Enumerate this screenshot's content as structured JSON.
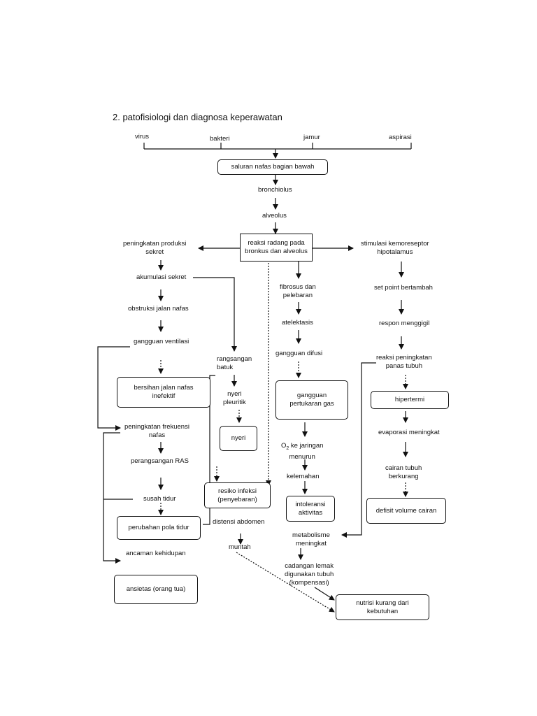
{
  "title": "2. patofisiologi dan diagnosa keperawatan",
  "causes": [
    "virus",
    "bakteri",
    "jamur",
    "aspirasi"
  ],
  "center": {
    "saluran": "saluran nafas bagian bawah",
    "bronchiolus": "bronchiolus",
    "alveolus": "alveolus",
    "reaksi": [
      "reaksi radang pada",
      "bronkus dan alveolus"
    ]
  },
  "left": {
    "produksi": [
      "peningkatan produksi",
      "sekret"
    ],
    "akumulasi": "akumulasi sekret",
    "obstruksi": "obstruksi jalan nafas",
    "ventilasi": "gangguan ventilasi",
    "bersihan": [
      "bersihan jalan nafas",
      "inefektif"
    ],
    "frekuensi": [
      "peningkatan frekuensi",
      "nafas"
    ],
    "ras": "perangsangan RAS",
    "susah_tidur": "susah tidur",
    "pola_tidur": "perubahan pola tidur",
    "ancaman": "ancaman kehidupan",
    "ansietas": "ansietas  (orang tua)"
  },
  "midleft": {
    "batuk": [
      "rangsangan",
      "batuk"
    ],
    "pleuritik": [
      "nyeri",
      "pleuritik"
    ],
    "nyeri": "nyeri",
    "infeksi": [
      "resiko infeksi",
      "(penyebaran)"
    ],
    "distensi": "distensi abdomen",
    "muntah": "muntah"
  },
  "midright": {
    "fibrosus": [
      "fibrosus dan",
      "pelebaran"
    ],
    "atelektasis": "atelektasis",
    "difusi": "gangguan difusi",
    "pertukaran": [
      "gangguan",
      "pertukaran gas"
    ],
    "o2_sub": "2",
    "o2_line1_pre": "O",
    "o2_line1_post": " ke jaringan",
    "o2_line2": "menurun",
    "kelemahan": "kelemahan",
    "intoleransi": [
      "intoleransi",
      "aktivitas"
    ],
    "metabolisme": [
      "metabolisme",
      "meningkat"
    ],
    "cadangan": [
      "cadangan lemak",
      "digunakan tubuh",
      "(kompensasi)"
    ],
    "nutrisi": [
      "nutrisi kurang dari",
      "kebutuhan"
    ]
  },
  "right": {
    "stimulasi": [
      "stimulasi kemoreseptor",
      "hipotalamus"
    ],
    "set_point": "set point bertambah",
    "menggigil": "respon menggigil",
    "panas": [
      "reaksi peningkatan",
      "panas tubuh"
    ],
    "hipertermi": "hipertermi",
    "evaporasi": "evaporasi meningkat",
    "cairan": [
      "cairan tubuh",
      "berkurang"
    ],
    "defisit": "defisit volume cairan"
  }
}
